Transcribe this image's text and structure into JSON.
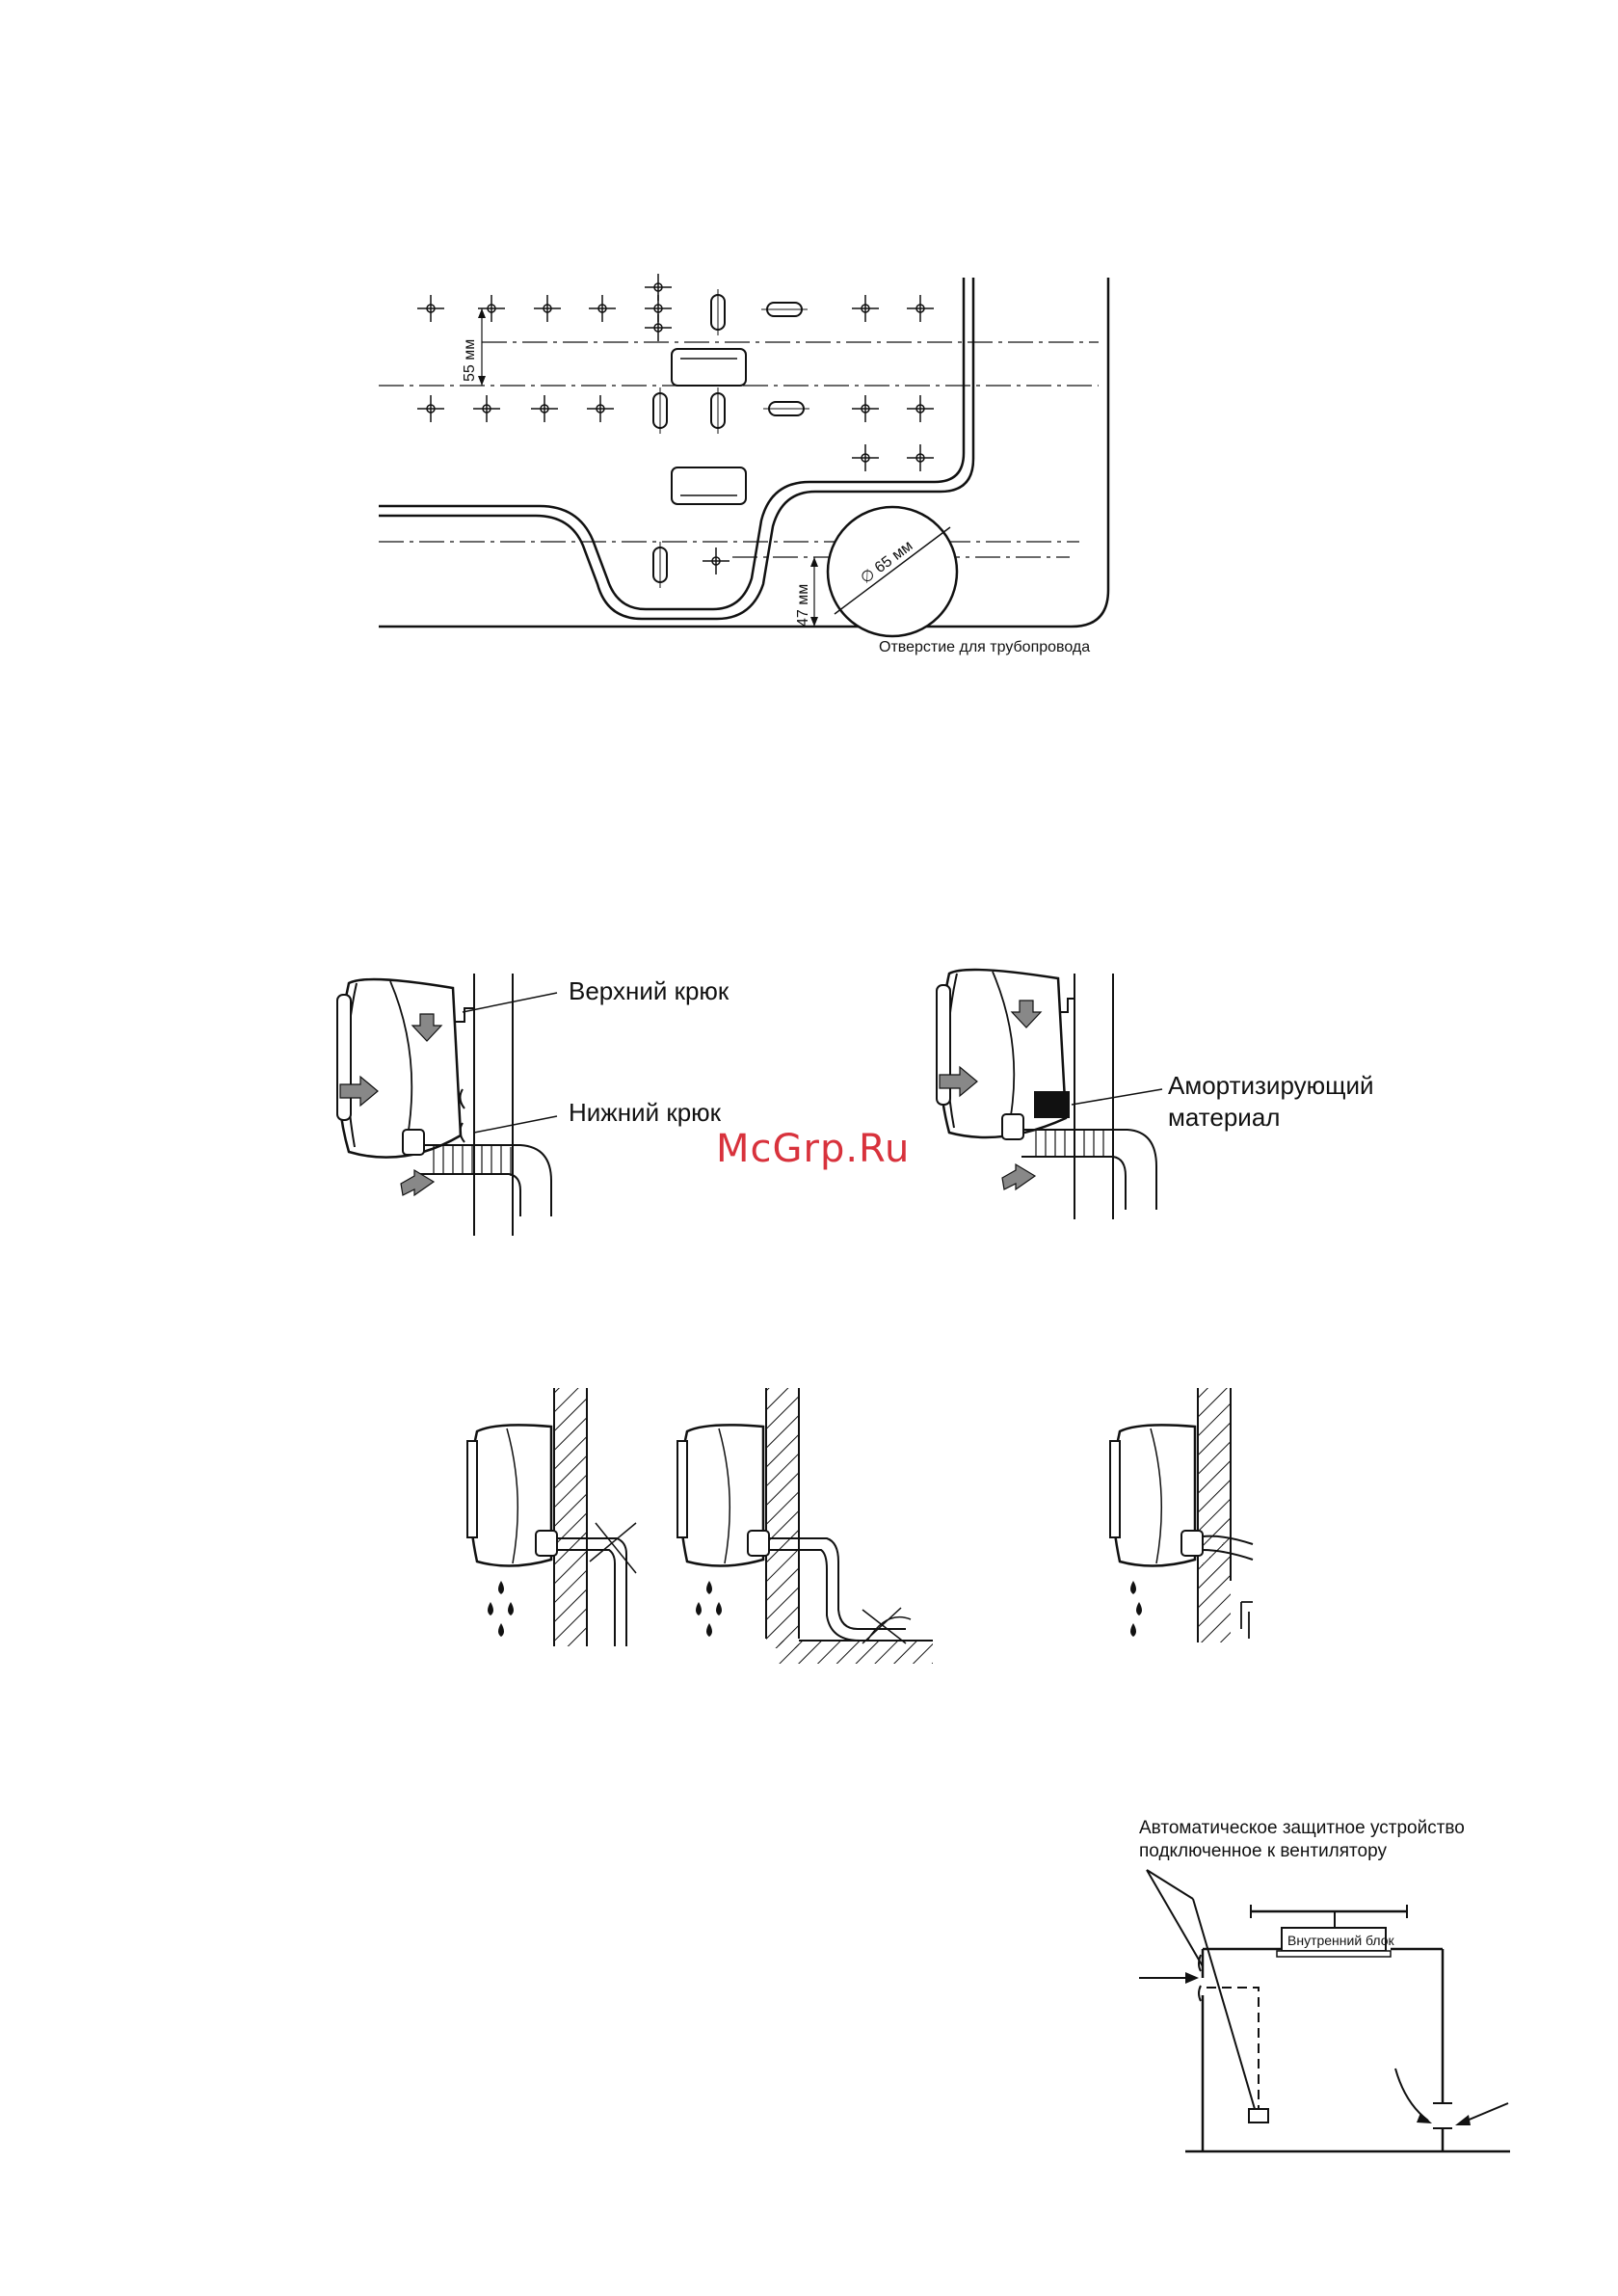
{
  "figure1": {
    "dim_55": "55 мм",
    "dim_47": "47 мм",
    "dim_diameter": "∅ 65 мм",
    "caption": "Отверстие для трубопровода"
  },
  "figure2": {
    "upper_hook": "Верхний крюк",
    "lower_hook": "Нижний крюк",
    "cushion_line1": "Амортизирующий",
    "cushion_line2": "материал"
  },
  "watermark": "McGrp.Ru",
  "figure4": {
    "title_line1": "Автоматическое защитное устройство",
    "title_line2": "подключенное к вентилятору",
    "indoor_unit": "Внутренний блок"
  }
}
